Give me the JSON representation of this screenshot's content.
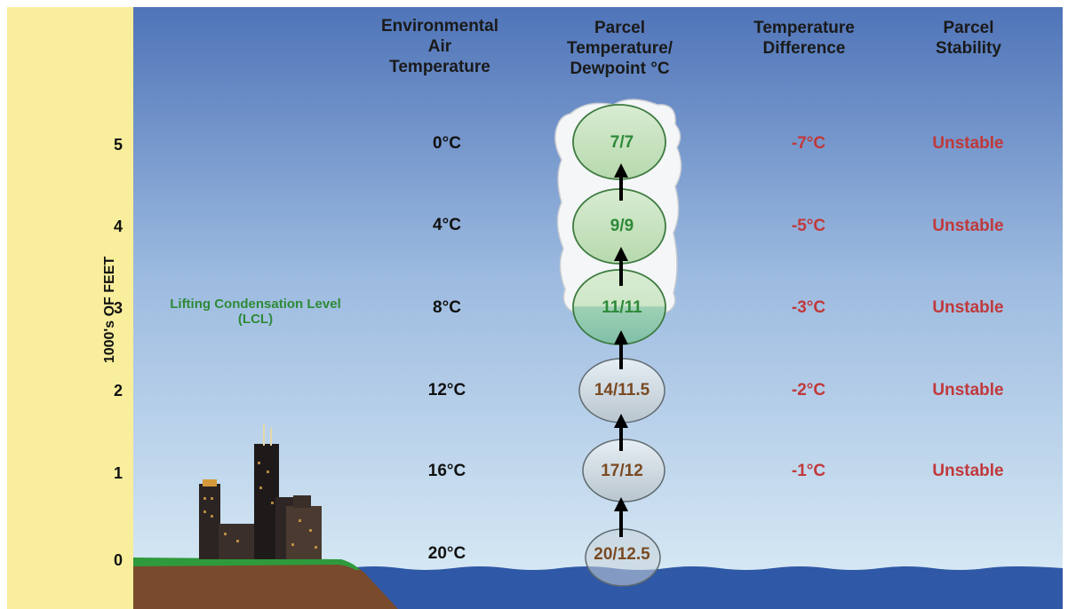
{
  "axis": {
    "title": "1000's OF FEET",
    "ticks": [
      "5",
      "4",
      "3",
      "2",
      "1",
      "0"
    ]
  },
  "headers": {
    "environmental": "Environmental\nAir\nTemperature",
    "parcel": "Parcel\nTemperature/\nDewpoint °C",
    "difference": "Temperature\nDifference",
    "stability": "Parcel\nStability"
  },
  "lcl_label": "Lifting Condensation Level\n(LCL)",
  "rows": [
    {
      "altitude": "5",
      "env_temp": "0°C",
      "parcel": "7/7",
      "difference": "-7°C",
      "stability": "Unstable"
    },
    {
      "altitude": "4",
      "env_temp": "4°C",
      "parcel": "9/9",
      "difference": "-5°C",
      "stability": "Unstable"
    },
    {
      "altitude": "3",
      "env_temp": "8°C",
      "parcel": "11/11",
      "difference": "-3°C",
      "stability": "Unstable"
    },
    {
      "altitude": "2",
      "env_temp": "12°C",
      "parcel": "14/11.5",
      "difference": "-2°C",
      "stability": "Unstable"
    },
    {
      "altitude": "1",
      "env_temp": "16°C",
      "parcel": "17/12",
      "difference": "-1°C",
      "stability": "Unstable"
    },
    {
      "altitude": "0",
      "env_temp": "20°C",
      "parcel": "20/12.5",
      "difference": "",
      "stability": ""
    }
  ],
  "colors": {
    "axis_panel": "#f8ee9c",
    "sky_top": "#4f74b8",
    "sky_bottom": "#d9ecf6",
    "water": "#2f58a6",
    "ground": "#7a4a2c",
    "grass": "#2f9a3c",
    "saturated_text": "#2e8a38",
    "dry_text": "#7a4a22",
    "unstable": "#c0393b"
  }
}
